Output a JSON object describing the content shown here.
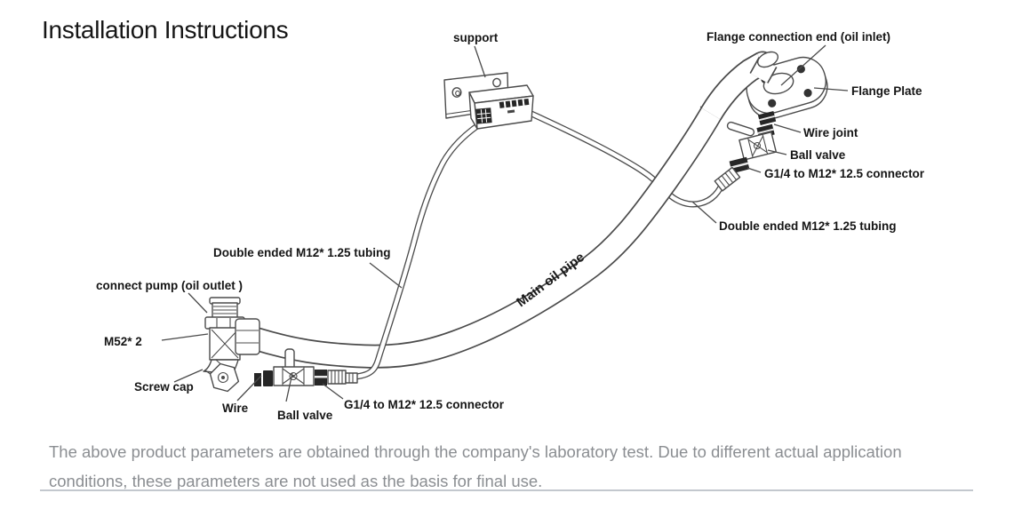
{
  "title": "Installation Instructions",
  "colors": {
    "line_art": "#4b4b4b",
    "label_text": "#151515",
    "footer_text": "#8b8e92",
    "divider": "#c3c8ce"
  },
  "diagram": {
    "labels": {
      "support": "support",
      "flange_connection": "Flange connection end (oil inlet)",
      "flange_plate": "Flange Plate",
      "wire_joint": "Wire joint",
      "ball_valve_top": "Ball valve",
      "g14_connector_top": "G1/4 to M12* 12.5 connector",
      "tubing_right": "Double ended M12* 1.25 tubing",
      "main_oil_pipe": "Main oil pipe",
      "tubing_left": "Double ended M12* 1.25 tubing",
      "connect_pump": "connect pump (oil outlet )",
      "m52_thread": "M52* 2",
      "screw_cap": "Screw cap",
      "wire_bottom": "Wire",
      "ball_valve_bottom": "Ball valve",
      "g14_connector_bottom": "G1/4 to M12* 12.5 connector"
    }
  },
  "footer": {
    "line1": "The above product parameters are obtained through the company's laboratory test. Due to different actual application",
    "line2": "conditions, these parameters are not used as the basis for final use."
  }
}
